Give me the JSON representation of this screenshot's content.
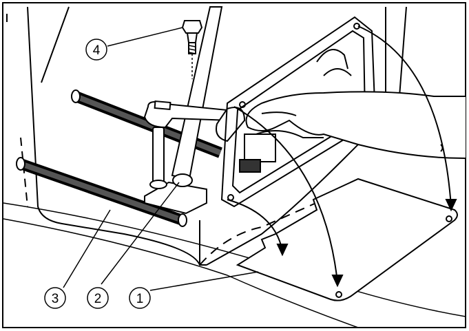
{
  "callouts": [
    {
      "id": "cover-plate",
      "label": "1"
    },
    {
      "id": "bracket",
      "label": "2"
    },
    {
      "id": "roller-bar",
      "label": "3"
    },
    {
      "id": "bolt",
      "label": "4"
    }
  ],
  "colors": {
    "line": "#000000",
    "background": "#ffffff"
  }
}
